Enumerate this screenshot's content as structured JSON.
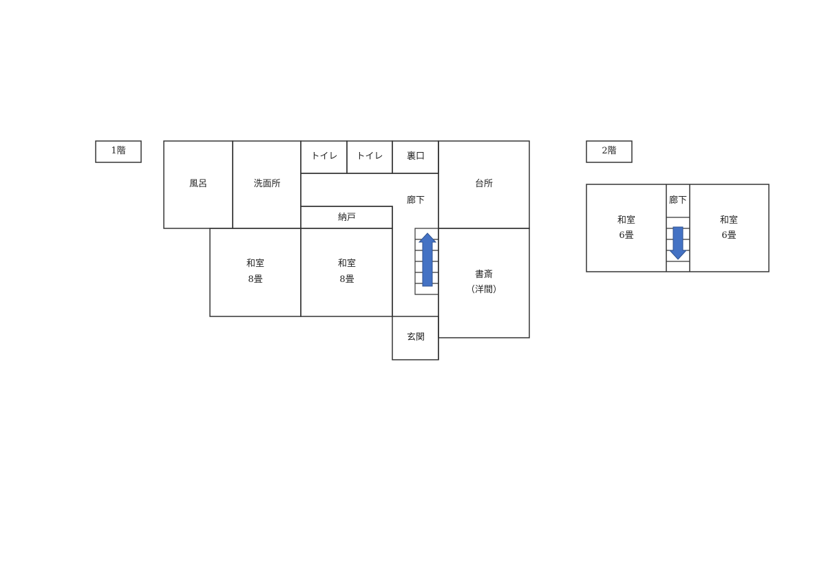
{
  "floors": {
    "first": {
      "label": "1階",
      "rooms": {
        "bath": "風呂",
        "washroom": "洗面所",
        "toilet1": "トイレ",
        "toilet2": "トイレ",
        "back_door": "裏口",
        "kitchen": "台所",
        "hallway": "廊下",
        "storage": "納戸",
        "washitsu_a": {
          "name": "和室",
          "size": "8畳"
        },
        "washitsu_b": {
          "name": "和室",
          "size": "8畳"
        },
        "study": {
          "name": "書斎",
          "note": "（洋間）"
        },
        "entrance": "玄関"
      },
      "stair_direction": "up"
    },
    "second": {
      "label": "2階",
      "rooms": {
        "washitsu_left": {
          "name": "和室",
          "size": "6畳"
        },
        "hallway": "廊下",
        "washitsu_right": {
          "name": "和室",
          "size": "6畳"
        }
      },
      "stair_direction": "down"
    }
  },
  "colors": {
    "arrow": "#4472c4",
    "arrow_stroke": "#2f528f",
    "line": "#333333"
  }
}
